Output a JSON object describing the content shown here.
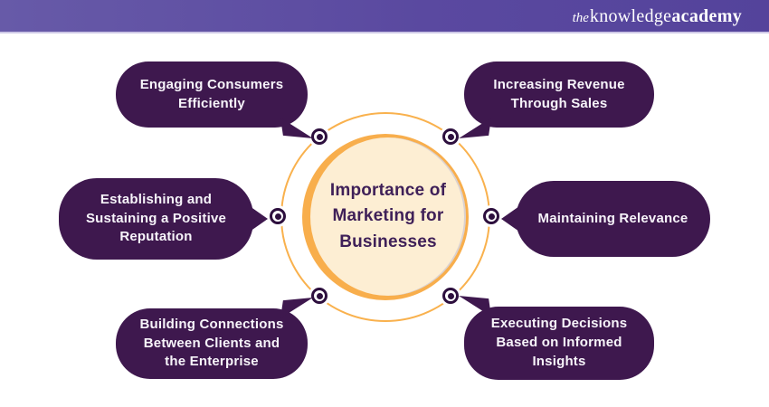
{
  "header": {
    "logo": {
      "the": "the",
      "knowledge": "knowledge",
      "academy": "academy"
    }
  },
  "diagram": {
    "center": {
      "title": "Importance of Marketing for Businesses"
    },
    "bubbles": [
      {
        "position": "top-left",
        "label": "Engaging Consumers Efficiently"
      },
      {
        "position": "top-right",
        "label": "Increasing Revenue Through Sales"
      },
      {
        "position": "left",
        "label": "Establishing and Sustaining a Positive Reputation"
      },
      {
        "position": "right",
        "label": "Maintaining Relevance"
      },
      {
        "position": "bottom-left",
        "label": "Building Connections Between Clients and the Enterprise"
      },
      {
        "position": "bottom-right",
        "label": "Executing Decisions Based on Informed Insights"
      }
    ],
    "colors": {
      "header_purple": "#5a49a0",
      "header_underline": "#cdc7e6",
      "bubble_purple": "#3e184e",
      "dot_purple": "#2d0f3e",
      "ring_orange": "#f9b14d",
      "circle_border_orange": "#f8ae4c",
      "circle_fill_cream": "#fdeed3",
      "center_text_purple": "#3f2058",
      "bubble_text": "#f7f4fa"
    }
  }
}
